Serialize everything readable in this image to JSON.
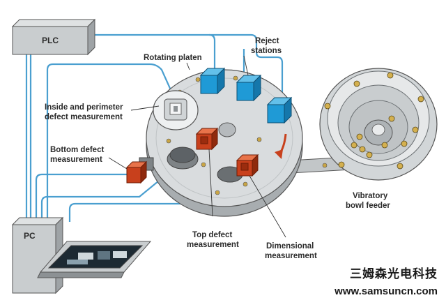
{
  "diagram": {
    "plc_label": "PLC",
    "pc_label": "PC",
    "labels": {
      "rotating_platen": "Rotating platen",
      "reject_stations": [
        "Reject",
        "stations"
      ],
      "inside_perimeter": [
        "Inside and perimeter",
        "defect measurement"
      ],
      "bottom_defect": [
        "Bottom defect",
        "measurement"
      ],
      "top_defect": [
        "Top defect",
        "measurement"
      ],
      "dimensional": [
        "Dimensional",
        "measurement"
      ],
      "vibratory": [
        "Vibratory",
        "bowl feeder"
      ]
    },
    "colors": {
      "wire": "#4a9fd0",
      "cube_blue": "#1f9ad6",
      "cube_red": "#c8401c",
      "panel": "#c9cdcf",
      "platen": "#d9dcde"
    }
  },
  "watermark": {
    "company": "三姆森光电科技",
    "url": "www.samsuncn.com"
  }
}
